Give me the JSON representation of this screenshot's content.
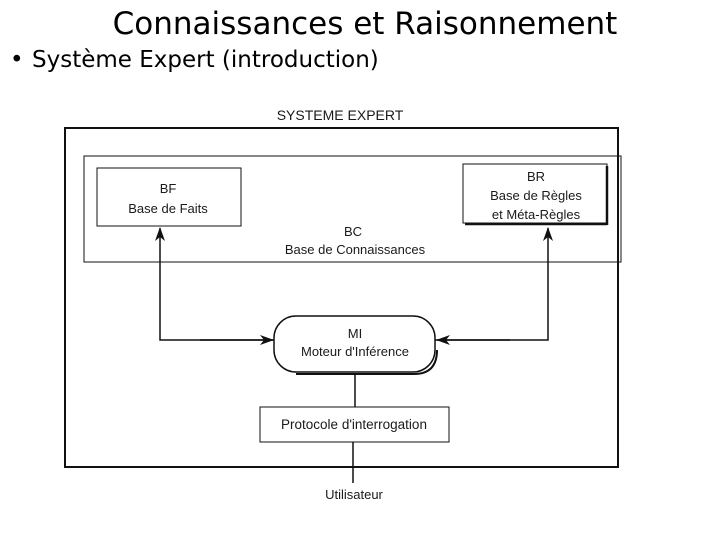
{
  "slide": {
    "title": "Connaissances et Raisonnement",
    "bullet_glyph": "•",
    "bullet": "Système Expert (introduction)"
  },
  "diagram": {
    "system_label": "SYSTEME EXPERT",
    "bf": {
      "line1": "BF",
      "line2": "Base de Faits"
    },
    "br": {
      "line1": "BR",
      "line2": "Base de Règles",
      "line3": "et Méta-Règles"
    },
    "bc": {
      "line1": "BC",
      "line2": "Base de Connaissances"
    },
    "mi": {
      "line1": "MI",
      "line2": "Moteur d'Inférence"
    },
    "protocol": "Protocole d'interrogation",
    "user": "Utilisateur",
    "stroke_color": "#111111"
  }
}
